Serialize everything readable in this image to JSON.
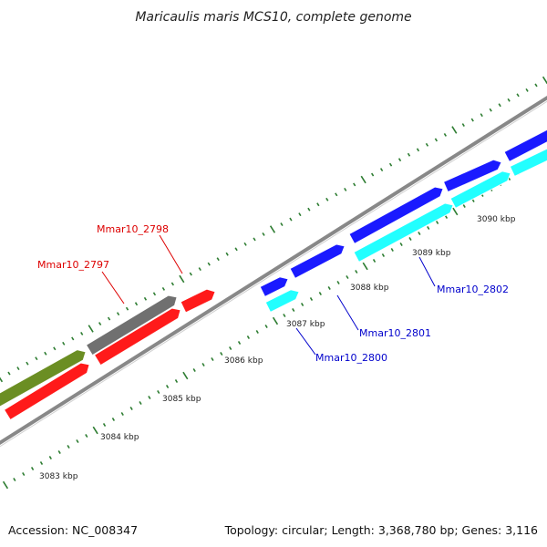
{
  "title": "Maricaulis maris MCS10, complete genome",
  "footer": {
    "accession": "Accession: NC_008347",
    "topology": "Topology: circular; Length: 3,368,780 bp; Genes: 3,116"
  },
  "scale_labels": [
    "3083 kbp",
    "3084 kbp",
    "3085 kbp",
    "3086 kbp",
    "3087 kbp",
    "3088 kbp",
    "3089 kbp",
    "3090 kbp"
  ],
  "gene_labels": [
    {
      "text": "Mmar10_2798",
      "color": "#dd0000"
    },
    {
      "text": "Mmar10_2797",
      "color": "#dd0000"
    },
    {
      "text": "Mmar10_2802",
      "color": "#0000cc"
    },
    {
      "text": "Mmar10_2801",
      "color": "#0000cc"
    },
    {
      "text": "Mmar10_2800",
      "color": "#0000cc"
    }
  ],
  "colors": {
    "red": "#ff1a1a",
    "gray": "#707070",
    "olive": "#6b8e23",
    "blue": "#1a1aff",
    "cyan": "#22ffff",
    "backbone": "#888888",
    "tick": "#2e7d32"
  }
}
